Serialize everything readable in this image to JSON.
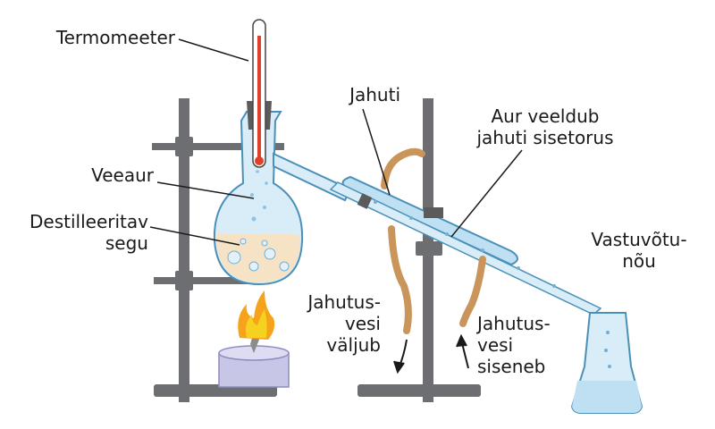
{
  "labels": {
    "thermometer": "Termomeeter",
    "condenser": "Jahuti",
    "vapor_condenses": [
      "Aur veeldub",
      "jahuti sisetorus"
    ],
    "water_vapor": "Veeaur",
    "mixture": [
      "Destilleeritav",
      "segu"
    ],
    "receiver": [
      "Vastuvõtu-",
      "nõu"
    ],
    "water_out": [
      "Jahutus-",
      "vesi",
      "väljub"
    ],
    "water_in": [
      "Jahutus-",
      "vesi",
      "siseneb"
    ]
  },
  "colors": {
    "stand": "#6d6e71",
    "glass": "#d9edf8",
    "glass_outline": "#4a90b8",
    "hose": "#c9955b",
    "liquid_mixture": "#f6e3c6",
    "liquid_water": "#bfe0f3",
    "flame_outer": "#f7a21b",
    "flame_inner": "#f4d21f",
    "burner": "#c8c6e6",
    "stopper": "#5b5b5b",
    "thermometer_red": "#e0402a"
  }
}
